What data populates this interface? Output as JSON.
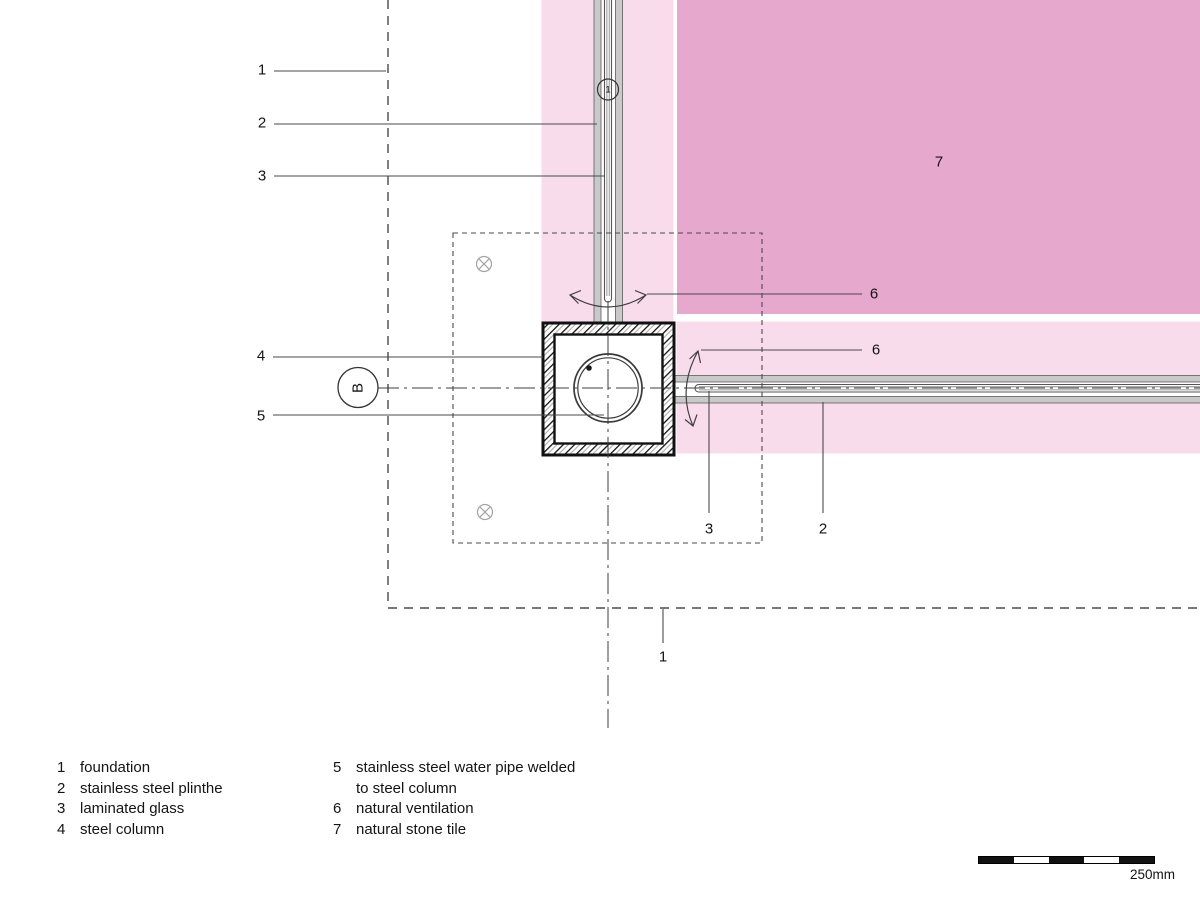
{
  "title": "architectural detail - steel column / glass facade corner",
  "colors": {
    "stone_dark": "#e7a8cd",
    "stone_light": "#f8dcec",
    "steel_gray": "#c9c9c9",
    "line_dark": "#3f3f3f"
  },
  "markers": {
    "section": "B",
    "glass_unit": "1"
  },
  "callouts": {
    "foundation_top": "1",
    "plinthe_left": "2",
    "glass_left": "3",
    "column": "4",
    "pipe": "5",
    "vent_top": "6",
    "vent_side": "6",
    "stone": "7",
    "glass_bottom": "3",
    "plinthe_bottom": "2",
    "foundation_bottom": "1"
  },
  "legend": {
    "items_left": [
      {
        "num": "1",
        "label": "foundation"
      },
      {
        "num": "2",
        "label": "stainless steel plinthe"
      },
      {
        "num": "3",
        "label": "laminated glass"
      },
      {
        "num": "4",
        "label": "steel column"
      }
    ],
    "items_right": [
      {
        "num": "5",
        "label": "stainless steel water pipe welded"
      },
      {
        "num": "",
        "label": "to steel column"
      },
      {
        "num": "6",
        "label": "natural ventilation"
      },
      {
        "num": "7",
        "label": "natural stone tile"
      }
    ]
  },
  "scale": {
    "label": "250mm"
  }
}
